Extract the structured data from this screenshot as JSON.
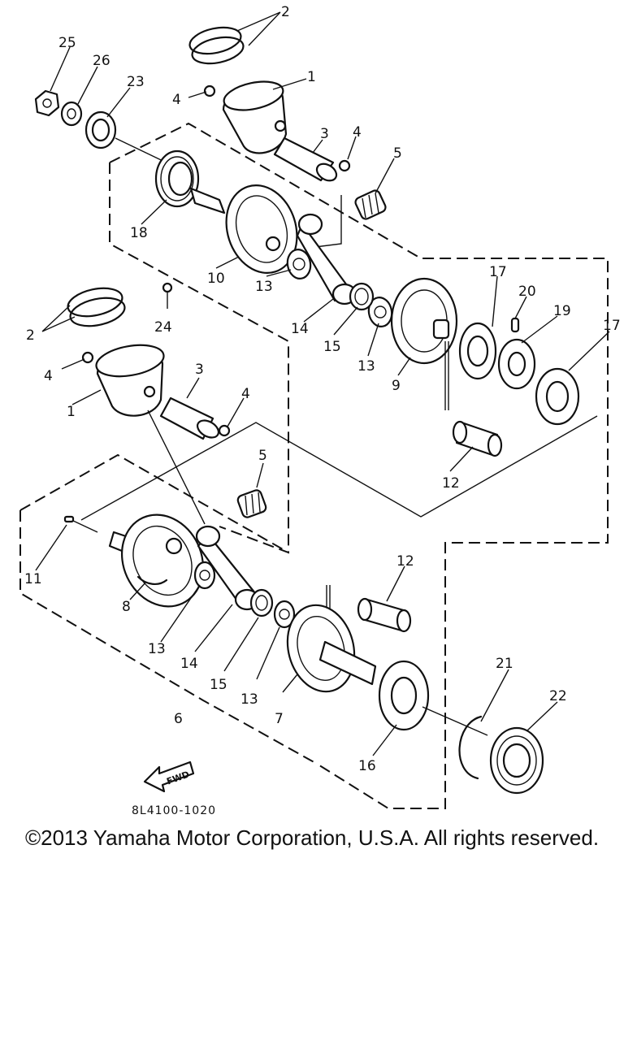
{
  "diagram": {
    "callouts": {
      "c1a": "1",
      "c1b": "1",
      "c2a": "2",
      "c2b": "2",
      "c3a": "3",
      "c3b": "3",
      "c4a": "4",
      "c4b": "4",
      "c4c": "4",
      "c4d": "4",
      "c5a": "5",
      "c5b": "5",
      "c6": "6",
      "c7": "7",
      "c8": "8",
      "c9": "9",
      "c10": "10",
      "c11": "11",
      "c12a": "12",
      "c12b": "12",
      "c13a": "13",
      "c13b": "13",
      "c13c": "13",
      "c13d": "13",
      "c14a": "14",
      "c14b": "14",
      "c15a": "15",
      "c15b": "15",
      "c16": "16",
      "c17a": "17",
      "c17b": "17",
      "c18": "18",
      "c19": "19",
      "c20": "20",
      "c21": "21",
      "c22": "22",
      "c23": "23",
      "c24": "24",
      "c25": "25",
      "c26": "26"
    },
    "fwd_label": "FWD",
    "reference_code": "8L4100-1020"
  },
  "copyright": "©2013 Yamaha Motor Corporation, U.S.A. All rights reserved."
}
